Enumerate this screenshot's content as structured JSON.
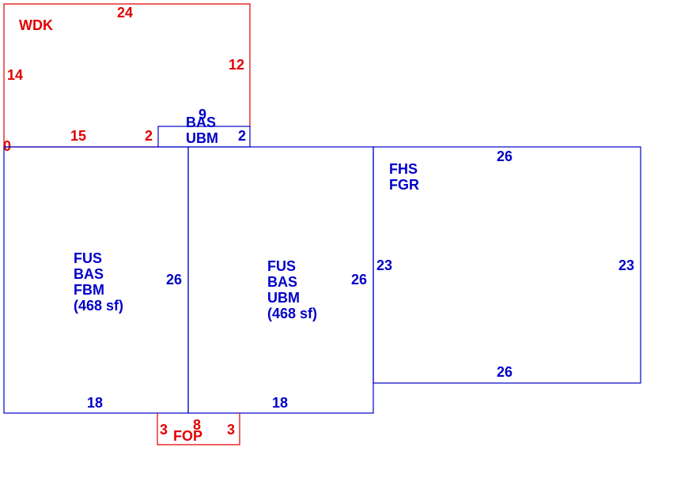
{
  "colors": {
    "red": "#e00000",
    "blue": "#0000c8"
  },
  "areas": {
    "wdk": {
      "code": "WDK",
      "dims": {
        "top": "24",
        "left": "14",
        "right": "12",
        "bottom_left": "15",
        "bottom_right": "2",
        "corner": "0"
      }
    },
    "bas_small": {
      "lines": [
        "BAS",
        "UBM"
      ],
      "dims": {
        "top": "9",
        "right": "2"
      }
    },
    "left_block": {
      "lines": [
        "FUS",
        "BAS",
        "FBM",
        "(468 sf)"
      ],
      "dims": {
        "right": "26",
        "bottom": "18"
      }
    },
    "middle_block": {
      "lines": [
        "FUS",
        "BAS",
        "UBM",
        "(468 sf)"
      ],
      "dims": {
        "right": "26",
        "bottom": "18"
      }
    },
    "garage": {
      "lines": [
        "FHS",
        "FGR"
      ],
      "dims": {
        "top": "26",
        "bottom": "26",
        "left": "23",
        "right": "23"
      }
    },
    "fop": {
      "code": "FOP",
      "dims": {
        "top": "8",
        "left": "3",
        "right": "3"
      }
    }
  }
}
